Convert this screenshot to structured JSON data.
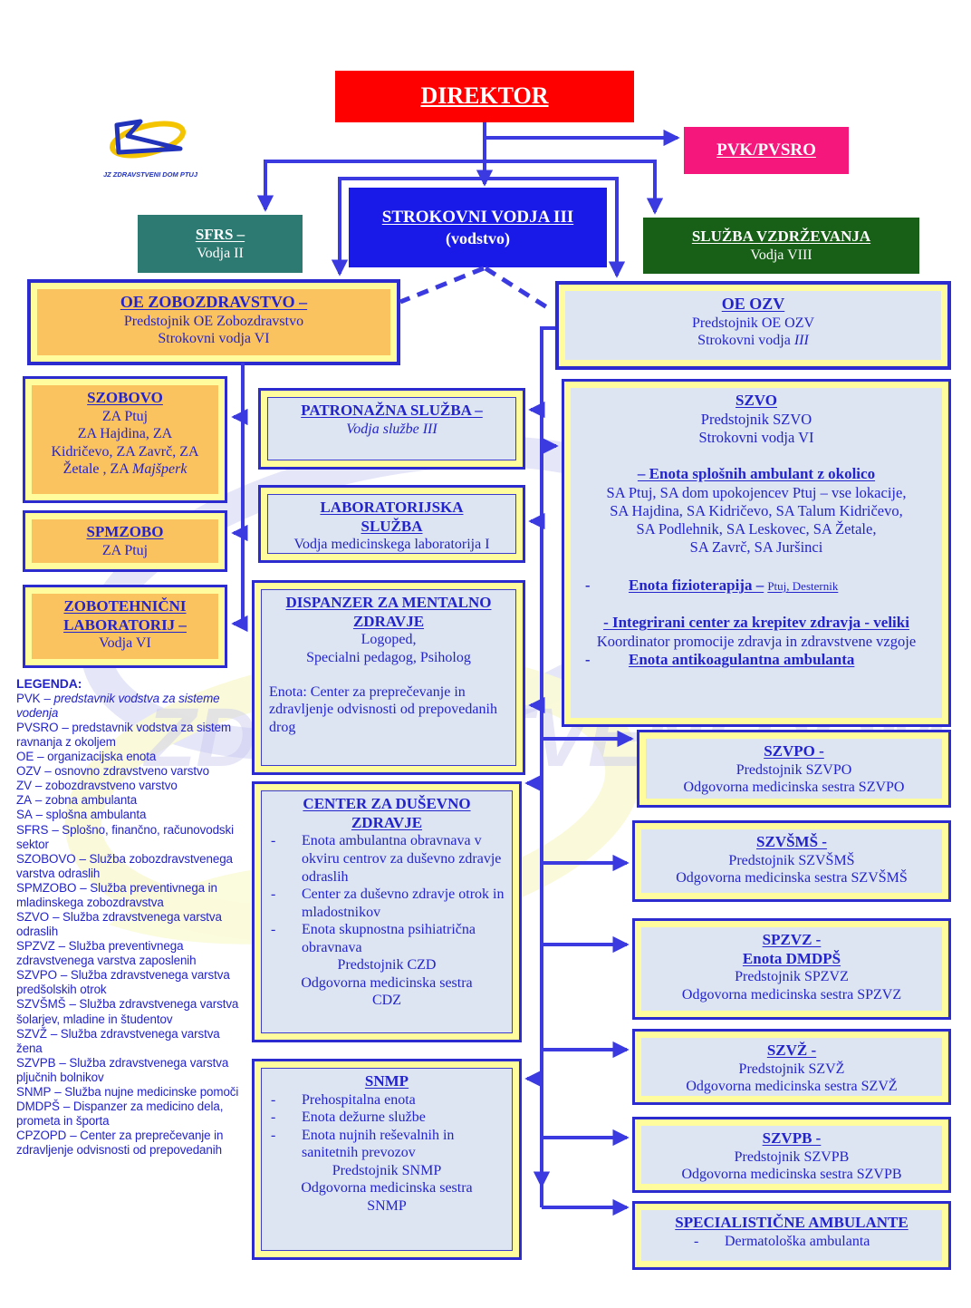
{
  "ui": {
    "dash": "-"
  },
  "logo": {
    "caption": "JZ ZDRAVSTVENI DOM PTUJ"
  },
  "watermark": "ZDRAVSTVENI DOM",
  "colors": {
    "text_blue": "#2424CC",
    "red": "#FF0000",
    "pink": "#F5177C",
    "teal": "#2D7A72",
    "blue": "#1A1AE8",
    "green": "#186018",
    "orange": "#FBC35F",
    "yellow_ring": "#FFFC9E",
    "light_blue": "#DCE5F1",
    "border_blue": "#2B2BD0",
    "arrow_blue": "#3A3AE0"
  },
  "direktor": {
    "title": "DIREKTOR"
  },
  "pvk": {
    "title": "PVK/PVSRO"
  },
  "sfrs": {
    "title": "SFRS –",
    "subtitle": "Vodja II"
  },
  "strokovni_vodja": {
    "title": "STROKOVNI VODJA III",
    "subtitle": "(vodstvo)"
  },
  "sluzba_vzdrzevanja": {
    "title": "SLUŽBA VZDRŽEVANJA",
    "subtitle": "Vodja VIII"
  },
  "oe_zobozdravstvo": {
    "title": "OE ZOBOZDRAVSTVO –",
    "line1": "Predstojnik OE Zobozdravstvo",
    "line2": "Strokovni vodja VI"
  },
  "oe_ozv": {
    "title": "OE OZV",
    "line1": "Predstojnik OE OZV",
    "line2_prefix": "Strokovni vodja ",
    "line2_italic": "III"
  },
  "szobovo": {
    "title": "SZOBOVO",
    "line1": "ZA Ptuj",
    "line2": "ZA Hajdina, ZA",
    "line3": "Kidričevo, ZA Zavrč, ZA",
    "line4_prefix": "Žetale , ZA ",
    "line4_italic": "Majšperk"
  },
  "spmzobo": {
    "title": "SPMZOBO",
    "line1": "ZA Ptuj"
  },
  "zobotehnicni": {
    "title1": "ZOBOTEHNIČNI",
    "title2": "LABORATORIJ –",
    "line1": "Vodja VI"
  },
  "patronazna": {
    "title": "PATRONAŽNA SLUŽBA –",
    "line1": "Vodja službe III"
  },
  "laboratorijska": {
    "title1": "LABORATORIJSKA",
    "title2": "SLUŽBA",
    "line1": "Vodja medicinskega laboratorija I"
  },
  "dispanzer": {
    "title1": "DISPANZER ZA MENTALNO",
    "title2": "ZDRAVJE",
    "line1": "Logoped,",
    "line2": "Specialni pedagog, Psiholog",
    "para": "Enota: Center za preprečevanje in zdravljenje odvisnosti od prepovedanih drog"
  },
  "czd": {
    "title1": "CENTER ZA DUŠEVNO",
    "title2": "ZDRAVJE",
    "bullets": [
      "Enota ambulantna obravnava v okviru centrov za duševno zdravje odraslih",
      "Center za duševno zdravje otrok in mladostnikov",
      "Enota skupnostna psihiatrična obravnava"
    ],
    "line1": "Predstojnik CZD",
    "line2": "Odgovorna medicinska sestra",
    "line3": "CDZ"
  },
  "snmp": {
    "title": "SNMP",
    "bullets": [
      "Prehospitalna enota",
      "Enota dežurne službe",
      "Enota nujnih reševalnih in sanitetnih prevozov"
    ],
    "line1": "Predstojnik SNMP",
    "line2": "Odgovorna medicinska sestra",
    "line3": "SNMP"
  },
  "szvo": {
    "title": "SZVO",
    "line1": "Predstojnik SZVO",
    "line2": "Strokovni vodja VI",
    "sub1_title": "– Enota splošnih ambulant z okolico",
    "sub1_lines": [
      "SA Ptuj, SA dom upokojencev Ptuj – vse lokacije,",
      "SA Hajdina, SA Kidričevo, SA Talum Kidričevo,",
      "SA Podlehnik, SA Leskovec, SA Žetale,",
      "SA Zavrč, SA Juršinci"
    ],
    "sub2_title": "Enota fizioterapija –",
    "sub2_small": "Ptuj, Desternik",
    "sub3_title": "- Integrirani center za krepitev zdravja - veliki",
    "sub3_line": "Koordinator promocije zdravja in zdravstvene vzgoje",
    "sub4_title": "Enota antikoagulantna ambulanta"
  },
  "szvpo": {
    "title": "SZVPO -",
    "line1": "Predstojnik SZVPO",
    "line2": "Odgovorna medicinska sestra SZVPO"
  },
  "szvsms": {
    "title": "SZVŠMŠ -",
    "line1": "Predstojnik SZVŠMŠ",
    "line2": "Odgovorna medicinska sestra SZVŠMŠ"
  },
  "spzvz": {
    "title1": "SPZVZ -",
    "title2": "Enota DMDPŠ",
    "line1": "Predstojnik SPZVZ",
    "line2": "Odgovorna medicinska sestra SPZVZ"
  },
  "szvz": {
    "title": "SZVŽ -",
    "line1": "Predstojnik SZVŽ",
    "line2": "Odgovorna medicinska sestra SZVŽ"
  },
  "szvpb": {
    "title": "SZVPB -",
    "line1": "Predstojnik SZVPB",
    "line2": "Odgovorna medicinska sestra SZVPB"
  },
  "specialisticne": {
    "title": "SPECIALISTIČNE AMBULANTE",
    "bullet": "Dermatološka ambulanta"
  },
  "legend": {
    "title": "LEGENDA:",
    "items": [
      {
        "abbr": "PVK",
        "desc": "– predstavnik vodstva za sisteme vodenja"
      },
      {
        "abbr": "PVSRO",
        "desc": "– predstavnik vodstva za sistem ravnanja z okoljem"
      },
      {
        "abbr": "OE",
        "desc": "– organizacijska enota"
      },
      {
        "abbr": "OZV",
        "desc": "– osnovno zdravstveno varstvo"
      },
      {
        "abbr": "ZV",
        "desc": "– zobozdravstveno varstvo"
      },
      {
        "abbr": "ZA",
        "desc": "– zobna ambulanta"
      },
      {
        "abbr": "SA",
        "desc": "– splošna ambulanta"
      },
      {
        "abbr": "SFRS",
        "desc": "– Splošno, finančno, računovodski sektor"
      },
      {
        "abbr": "SZOBOVO",
        "desc": "– Služba zobozdravstvenega varstva odraslih"
      },
      {
        "abbr": "SPMZOBO",
        "desc": "– Služba preventivnega in mladinskega zobozdravstva"
      },
      {
        "abbr": "SZVO",
        "desc": "– Služba zdravstvenega varstva odraslih"
      },
      {
        "abbr": "SPZVZ",
        "desc": "– Služba preventivnega zdravstvenega varstva zaposlenih"
      },
      {
        "abbr": "SZVPO",
        "desc": "– Služba zdravstvenega varstva predšolskih otrok"
      },
      {
        "abbr": "SZVŠMŠ",
        "desc": "– Služba zdravstvenega varstva šolarjev, mladine in študentov"
      },
      {
        "abbr": "SZVŽ",
        "desc": "– Služba zdravstvenega varstva žena"
      },
      {
        "abbr": "SZVPB",
        "desc": "– Služba zdravstvenega varstva pljučnih bolnikov"
      },
      {
        "abbr": "SNMP",
        "desc": "– Služba nujne medicinske pomoči"
      },
      {
        "abbr": "DMDPŠ",
        "desc": "– Dispanzer za medicino dela, prometa in športa"
      },
      {
        "abbr": "CPZOPD",
        "desc": "– Center za preprečevanje in zdravljenje odvisnosti od prepovedanih"
      }
    ]
  }
}
